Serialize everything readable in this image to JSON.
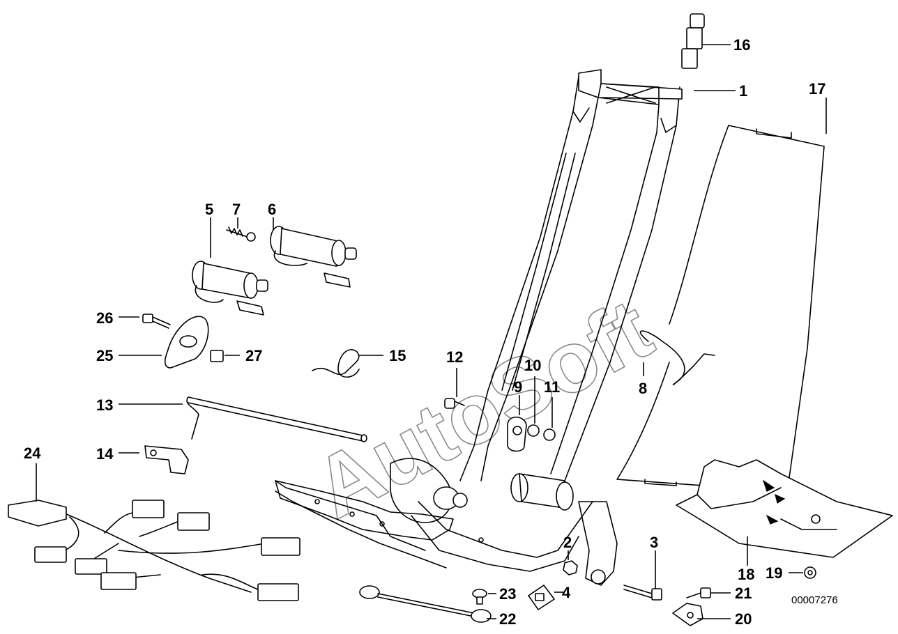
{
  "watermark": "AutoSoft",
  "catalog_code": "00007276",
  "callouts": {
    "p1": "1",
    "p2": "2",
    "p3": "3",
    "p4": "4",
    "p5": "5",
    "p6": "6",
    "p7": "7",
    "p8": "8",
    "p9": "9",
    "p10": "10",
    "p11": "11",
    "p12": "12",
    "p13": "13",
    "p14": "14",
    "p15": "15",
    "p16": "16",
    "p17": "17",
    "p18": "18",
    "p19": "19",
    "p20": "20",
    "p21": "21",
    "p22": "22",
    "p23": "23",
    "p24": "24",
    "p25": "25",
    "p26": "26",
    "p27": "27"
  }
}
